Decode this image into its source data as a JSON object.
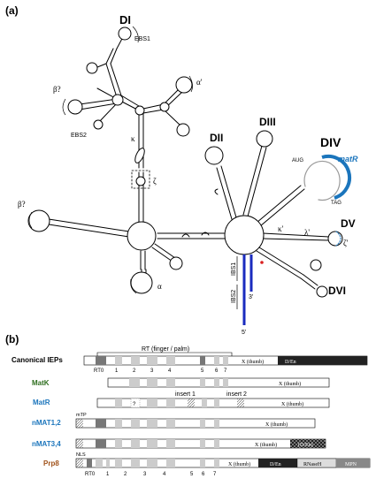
{
  "panel_a": {
    "label": "(a)",
    "domains": {
      "d1": "DI",
      "d2": "DII",
      "d3": "DIII",
      "d4": "DIV",
      "d5": "DV",
      "d6": "DVI"
    },
    "greek": {
      "beta_top": "β?",
      "alpha_prime": "α'",
      "kappa": "κ",
      "zeta": "ζ",
      "beta_left": "β?",
      "alpha": "α",
      "kappa_prime": "κ'",
      "lambda_prime": "λ'",
      "zeta_prime": "ζ'"
    },
    "sites": {
      "ebs1": "EBS1",
      "ebs2": "EBS2",
      "ibs1": "IBS1",
      "ibs2": "IBS2",
      "end3": "3'",
      "end5": "5'"
    },
    "div_labels": {
      "aug": "AUG",
      "tag": "TAG",
      "gene": "matR"
    },
    "colors": {
      "matr": "#1b75bc",
      "ibs": "#1a2bbf",
      "div_loop": "#999999",
      "dots": "#d92020"
    }
  },
  "panel_b": {
    "label": "(b)",
    "rt_header": "RT (finger / palm)",
    "proteins": [
      {
        "name": "Canonical IEPs",
        "color": "#000000"
      },
      {
        "name": "MatK",
        "color": "#2e6e1e"
      },
      {
        "name": "MatR",
        "color": "#1b75bc"
      },
      {
        "name": "nMAT1,2",
        "color": "#1b75bc"
      },
      {
        "name": "nMAT3,4",
        "color": "#1b75bc"
      },
      {
        "name": "Prp8",
        "color": "#a0521a"
      }
    ],
    "bar_labels": {
      "x_thumb": "X (thumb)",
      "den": "D/En",
      "den_paren": "(D/En)",
      "rnaseh": "RNaseH",
      "mpn": "MPN",
      "mtp": "mTP",
      "nls": "NLS",
      "insert1": "insert 1",
      "insert2": "insert 2",
      "q1": "?",
      "q2": "?"
    },
    "ticks_top": [
      "RT0",
      "1",
      "2",
      "3",
      "4",
      "5",
      "6",
      "7"
    ],
    "ticks_bottom": [
      "RT0",
      "1",
      "2",
      "3",
      "4",
      "5",
      "6",
      "7"
    ]
  }
}
